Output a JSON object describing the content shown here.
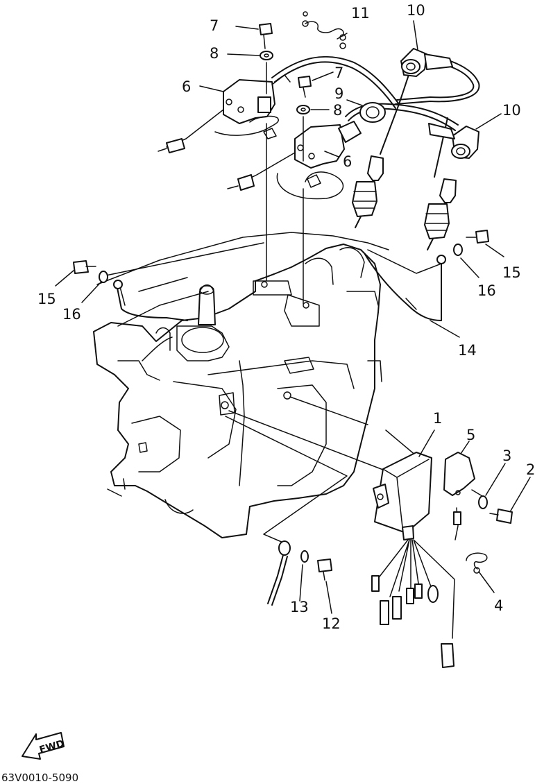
{
  "diagram": {
    "callouts": [
      {
        "id": "c1",
        "label": "1"
      },
      {
        "id": "c2",
        "label": "2"
      },
      {
        "id": "c3",
        "label": "3"
      },
      {
        "id": "c4",
        "label": "4"
      },
      {
        "id": "c5",
        "label": "5"
      },
      {
        "id": "c6a",
        "label": "6"
      },
      {
        "id": "c6b",
        "label": "6"
      },
      {
        "id": "c7a",
        "label": "7"
      },
      {
        "id": "c7b",
        "label": "7"
      },
      {
        "id": "c8a",
        "label": "8"
      },
      {
        "id": "c8b",
        "label": "8"
      },
      {
        "id": "c9",
        "label": "9"
      },
      {
        "id": "c10a",
        "label": "10"
      },
      {
        "id": "c10b",
        "label": "10"
      },
      {
        "id": "c11",
        "label": "11"
      },
      {
        "id": "c12",
        "label": "12"
      },
      {
        "id": "c13",
        "label": "13"
      },
      {
        "id": "c14",
        "label": "14"
      },
      {
        "id": "c15a",
        "label": "15"
      },
      {
        "id": "c15b",
        "label": "15"
      },
      {
        "id": "c16a",
        "label": "16"
      },
      {
        "id": "c16b",
        "label": "16"
      }
    ],
    "direction_label": "FWD",
    "drawing_code": "63V0010-5090"
  }
}
